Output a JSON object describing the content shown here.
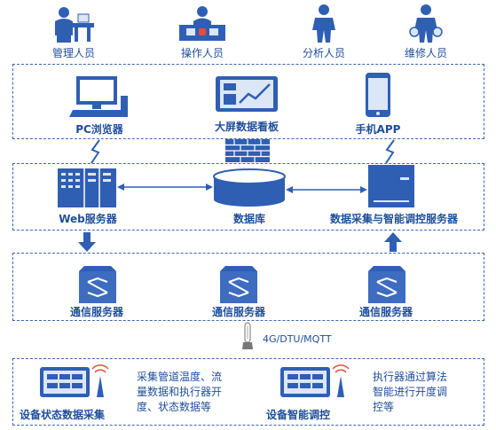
{
  "users": [
    {
      "label": "管理人员",
      "icon": "manager-person-icon"
    },
    {
      "label": "操作人员",
      "icon": "operator-person-icon"
    },
    {
      "label": "分析人员",
      "icon": "analyst-person-icon"
    },
    {
      "label": "维修人员",
      "icon": "maintenance-person-icon"
    }
  ],
  "clients": [
    {
      "label": "PC浏览器",
      "icon": "pc-monitor-icon"
    },
    {
      "label": "大屏数据看板",
      "icon": "large-screen-dashboard-icon"
    },
    {
      "label": "手机APP",
      "icon": "mobile-phone-icon"
    }
  ],
  "servers": {
    "web": "Web服务器",
    "database": "数据库",
    "acquisition": "数据采集与智能调控服务器"
  },
  "comm_servers": [
    "通信服务器",
    "通信服务器",
    "通信服务器"
  ],
  "network_label": "4G/DTU/MQTT",
  "devices": {
    "left_label": "设备状态数据采集",
    "left_note": [
      "采集管道温度、流",
      "量数据和执行器开",
      "度、状态数据等"
    ],
    "right_label": "设备智能调控",
    "right_note": [
      "执行器通过算法",
      "智能进行开度调",
      "控等"
    ]
  },
  "colors": {
    "primary": "#2f5fb3",
    "dark": "#1f4e9a",
    "light": "#dbe6f7"
  }
}
